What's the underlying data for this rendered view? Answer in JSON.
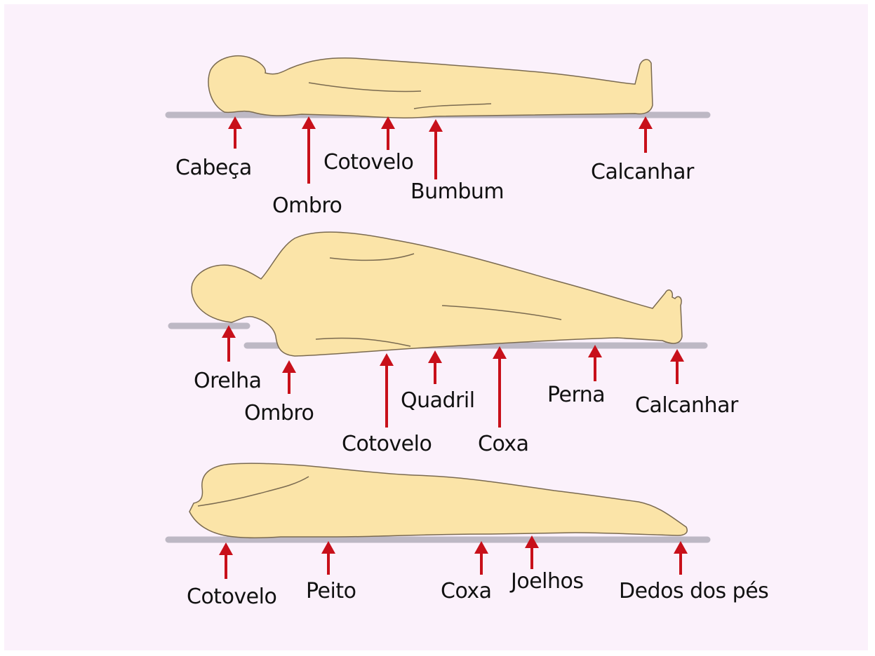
{
  "colors": {
    "background": "#fbf1fb",
    "body": "#fbe4a8",
    "body_outline": "#7a6a50",
    "surface": "#bdb8c4",
    "arrow": "#c8101a",
    "text": "#111111"
  },
  "positions": [
    {
      "id": "supine",
      "labels": [
        "Cabeça",
        "Ombro",
        "Cotovelo",
        "Bumbum",
        "Calcanhar"
      ]
    },
    {
      "id": "lateral",
      "labels": [
        "Orelha",
        "Ombro",
        "Cotovelo",
        "Quadril",
        "Coxa",
        "Perna",
        "Calcanhar"
      ]
    },
    {
      "id": "prone",
      "labels": [
        "Cotovelo",
        "Peito",
        "Coxa",
        "Joelhos",
        "Dedos dos pés"
      ]
    }
  ]
}
